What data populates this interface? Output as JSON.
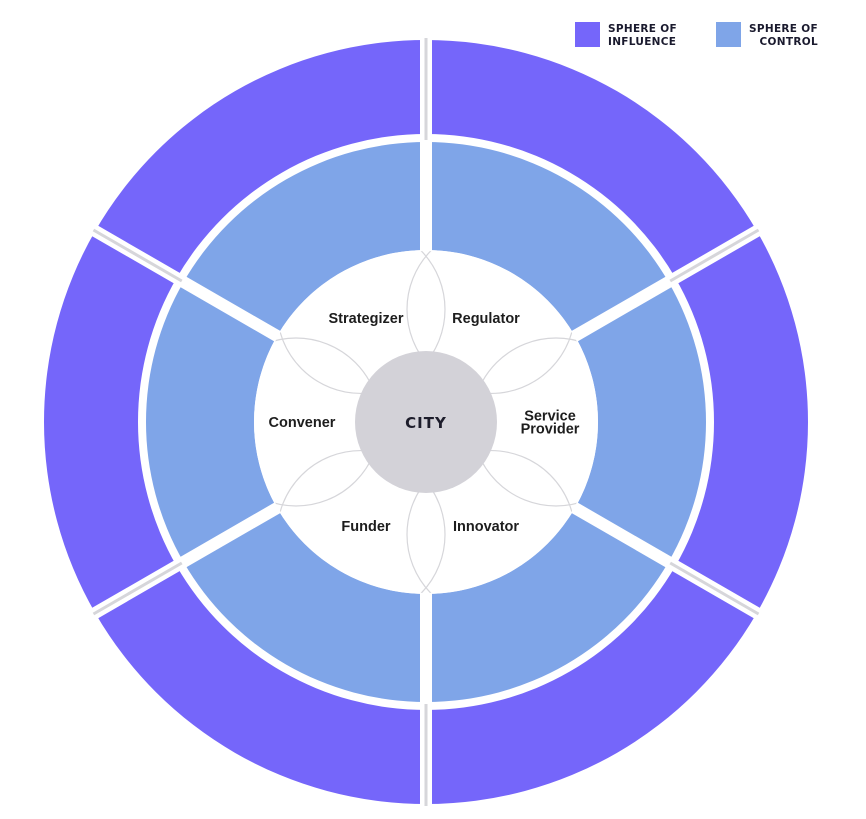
{
  "legend": [
    {
      "label": "SPHERE OF\nINFLUENCE",
      "color": "#7566fa"
    },
    {
      "label": "SPHERE OF\nCONTROL",
      "color": "#7fa5e8"
    }
  ],
  "center": {
    "label": "CITY",
    "color": "#d3d2d8"
  },
  "roles": [
    {
      "id": "strategizer",
      "lines": [
        "Strategizer"
      ]
    },
    {
      "id": "regulator",
      "lines": [
        "Regulator"
      ]
    },
    {
      "id": "service-provider",
      "lines": [
        "Service",
        "Provider"
      ]
    },
    {
      "id": "innovator",
      "lines": [
        "Innovator"
      ]
    },
    {
      "id": "funder",
      "lines": [
        "Funder"
      ]
    },
    {
      "id": "convener",
      "lines": [
        "Convener"
      ]
    }
  ],
  "colors": {
    "influence": "#7566fa",
    "control": "#7fa5e8",
    "divider": "#d6d6da",
    "background": "#ffffff"
  }
}
